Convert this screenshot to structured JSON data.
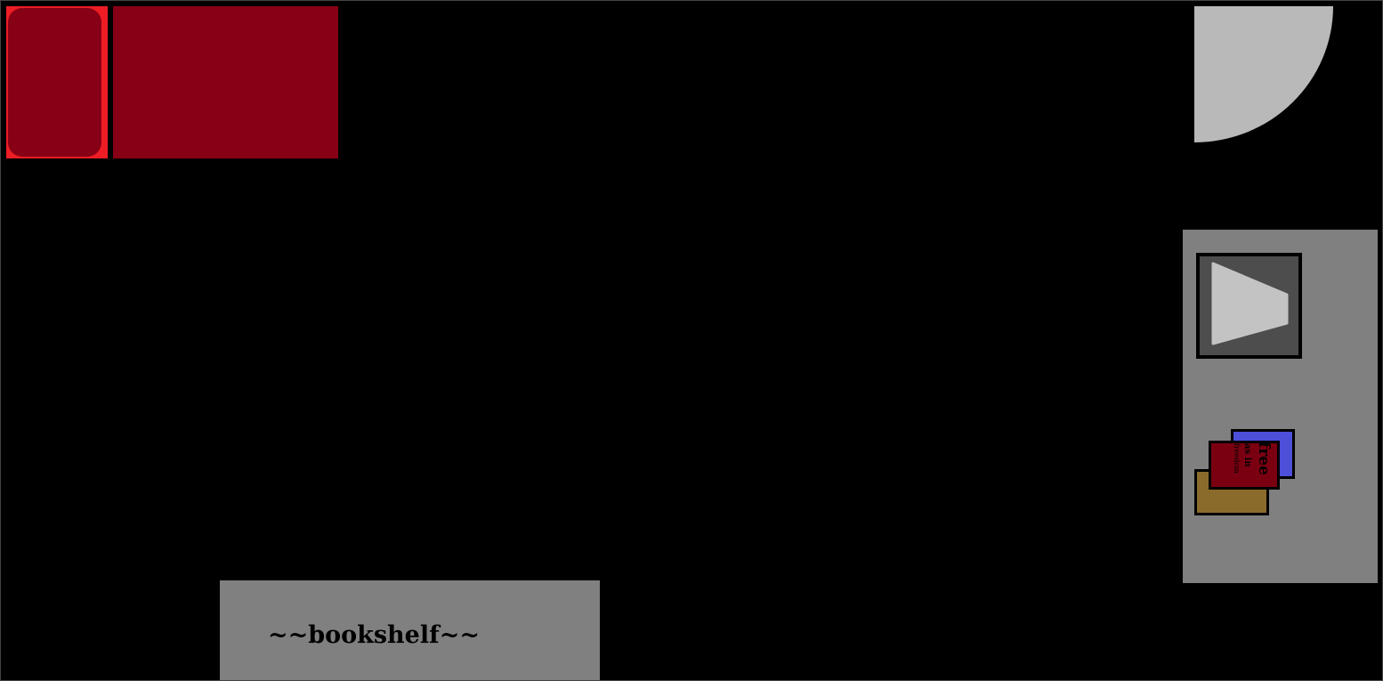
{
  "room": {
    "background_color": "#000000",
    "bed": {
      "pillow_frame_color": "#ee1c24",
      "pillow_color": "#880015",
      "blanket_color": "#880015"
    },
    "door": {
      "color": "#b9b9b9"
    },
    "desk": {
      "color": "#808080",
      "computer": {
        "monitor_color": "#4d4d4d",
        "screen_icon": "play-icon",
        "screen_icon_color": "#c3c3c3"
      },
      "books": {
        "bottom_book_color": "#8b6b2b",
        "back_book_color": "#4e4fd8",
        "front_book_color": "#7a0011",
        "front_book_title": "free",
        "front_book_subtitle_1": "as in",
        "front_book_subtitle_2": "freedom"
      }
    },
    "bookshelf": {
      "color": "#808080",
      "label": "~~bookshelf~~"
    }
  }
}
